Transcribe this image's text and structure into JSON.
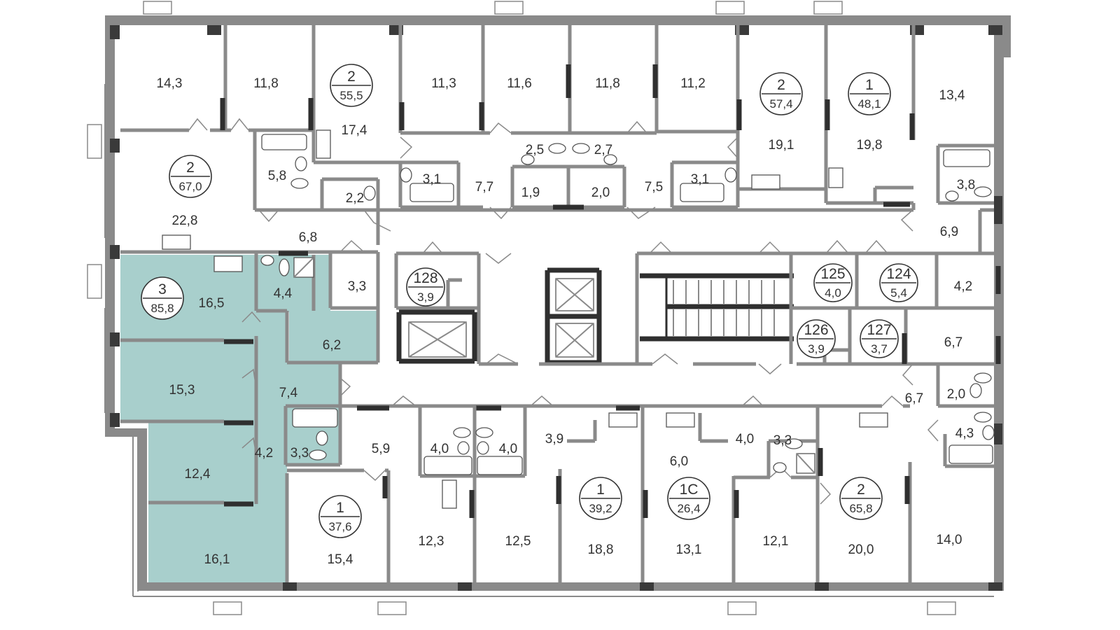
{
  "highlight_color": "#a8cfcc",
  "apartments": [
    {
      "id": "apt-2-55",
      "rooms": "2",
      "area": "55,5"
    },
    {
      "id": "apt-2-67",
      "rooms": "2",
      "area": "67,0"
    },
    {
      "id": "apt-2-57",
      "rooms": "2",
      "area": "57,4"
    },
    {
      "id": "apt-1-48",
      "rooms": "1",
      "area": "48,1"
    },
    {
      "id": "apt-3-85",
      "rooms": "3",
      "area": "85,8"
    },
    {
      "id": "apt-1-37",
      "rooms": "1",
      "area": "37,6"
    },
    {
      "id": "apt-1-39",
      "rooms": "1",
      "area": "39,2"
    },
    {
      "id": "apt-1c-26",
      "rooms": "1С",
      "area": "26,4"
    },
    {
      "id": "apt-2-65",
      "rooms": "2",
      "area": "65,8"
    }
  ],
  "storage_units": [
    {
      "id": "storage-128",
      "number": "128",
      "area": "3,9"
    },
    {
      "id": "storage-125",
      "number": "125",
      "area": "4,0"
    },
    {
      "id": "storage-124",
      "number": "124",
      "area": "5,4"
    },
    {
      "id": "storage-126",
      "number": "126",
      "area": "3,9"
    },
    {
      "id": "storage-127",
      "number": "127",
      "area": "3,7"
    }
  ],
  "rooms": [
    "14,3",
    "11,8",
    "11,3",
    "11,6",
    "11,8",
    "11,2",
    "13,4",
    "17,4",
    "19,1",
    "19,8",
    "5,8",
    "2,2",
    "3,1",
    "2,5",
    "2,7",
    "3,1",
    "7,7",
    "1,9",
    "2,0",
    "7,5",
    "3,8",
    "22,8",
    "6,8",
    "6,9",
    "16,5",
    "4,4",
    "3,3",
    "4,2",
    "6,2",
    "6,7",
    "15,3",
    "7,4",
    "2,0",
    "6,7",
    "5,9",
    "4,0",
    "4,0",
    "3,9",
    "4,0",
    "3,3",
    "4,3",
    "12,4",
    "4,2",
    "3,3",
    "6,0",
    "16,1",
    "15,4",
    "12,3",
    "12,5",
    "18,8",
    "13,1",
    "12,1",
    "20,0",
    "14,0"
  ]
}
